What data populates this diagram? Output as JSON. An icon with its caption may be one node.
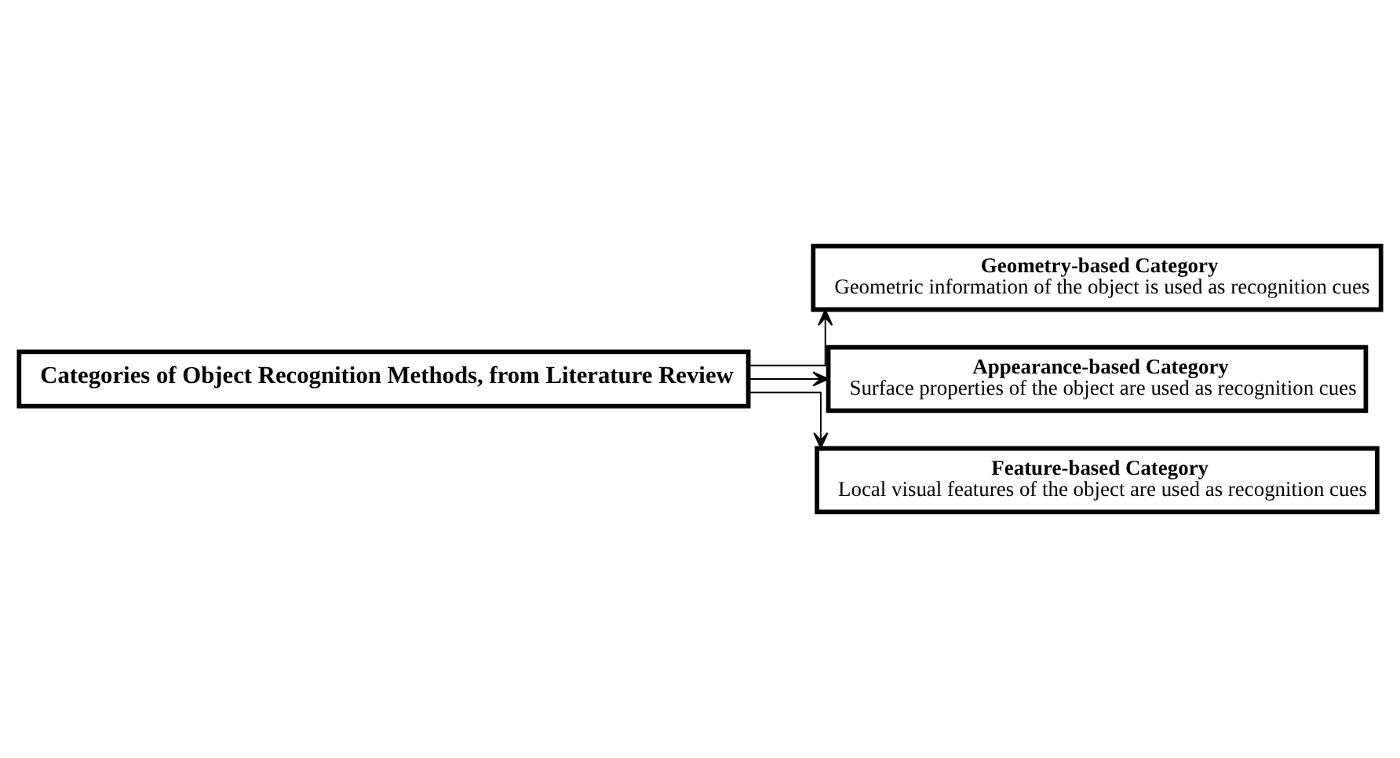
{
  "diagram": {
    "nodes": [
      {
        "text": [
          "Categories of Object Recognition Methods, from Literature Review"
        ]
      },
      {
        "text": [
          "Geometry-based Category",
          "Geometric information of the object is used as recognition cues"
        ]
      },
      {
        "text": [
          "Appearance-based Category",
          "Surface properties of the object are used as recognition cues"
        ]
      },
      {
        "text": [
          "Feature-based Category",
          "Local visual features of the object are used as recognition cues"
        ]
      }
    ],
    "edges": [
      {
        "from": 0,
        "to": 1,
        "arrow": "to"
      },
      {
        "from": 0,
        "to": 2,
        "arrow": "to"
      },
      {
        "from": 0,
        "to": 3,
        "arrow": "to"
      }
    ]
  }
}
